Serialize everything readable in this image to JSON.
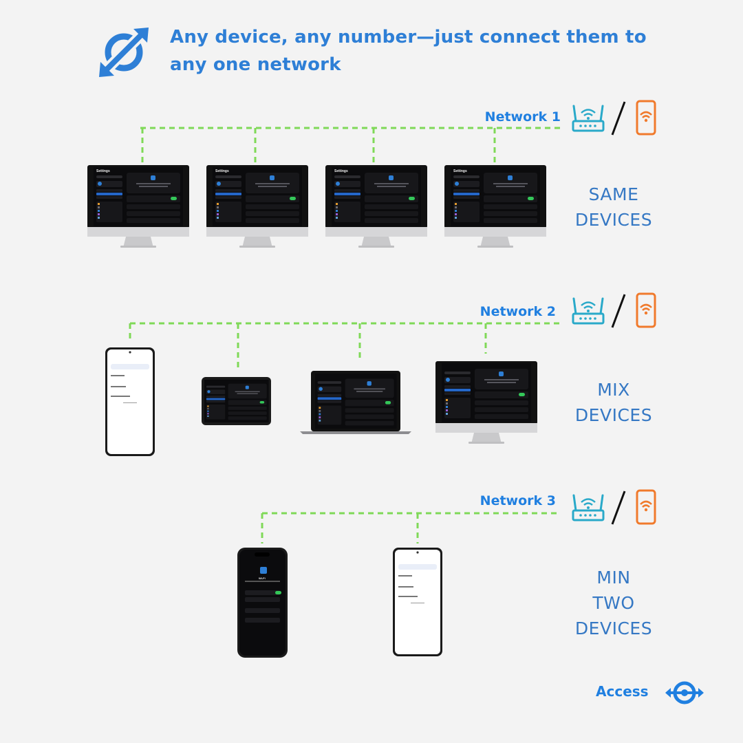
{
  "header": {
    "title": "Any device, any number—just connect them to any one network",
    "icon": "link-arrows-icon"
  },
  "networks": [
    {
      "label": "Network 1",
      "icons": [
        "wifi-router-icon",
        "mobile-hotspot-icon"
      ]
    },
    {
      "label": "Network 2",
      "icons": [
        "wifi-router-icon",
        "mobile-hotspot-icon"
      ]
    },
    {
      "label": "Network 3",
      "icons": [
        "wifi-router-icon",
        "mobile-hotspot-icon"
      ]
    }
  ],
  "groups": [
    {
      "line1": "SAME",
      "line2": "DEVICES",
      "line3": ""
    },
    {
      "line1": "MIX",
      "line2": "DEVICES",
      "line3": ""
    },
    {
      "line1": "MIN",
      "line2": "TWO",
      "line3": "DEVICES"
    }
  ],
  "screens": {
    "settings": "Settings",
    "wifi": "Wi-Fi"
  },
  "footer": {
    "brand": "Access",
    "icon": "access-logo-icon"
  },
  "colors": {
    "accent": "#2e7fd6",
    "dash": "#7fd957",
    "router": "#29a9c9",
    "hotspot": "#f07a2c",
    "background": "#f3f3f3"
  }
}
